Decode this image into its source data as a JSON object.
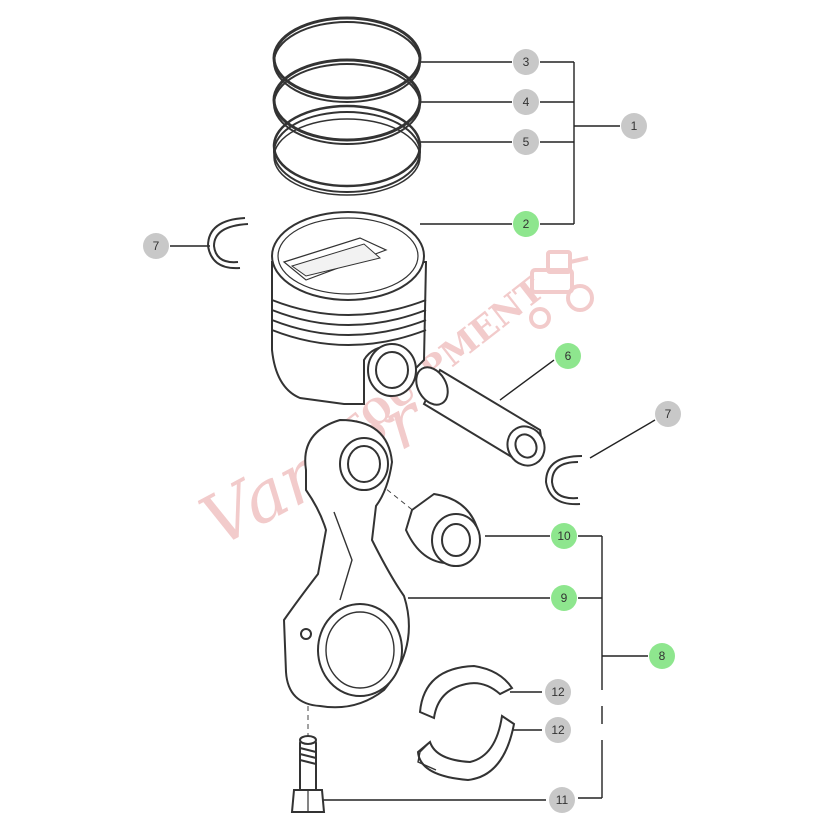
{
  "watermark": {
    "brand_script": "Varner",
    "brand_block": "EQUIPMENT",
    "color": "#e8a0a0"
  },
  "colors": {
    "callout_gray": "#c8c8c8",
    "callout_green": "#8ee68e",
    "line": "#333333",
    "leader": "#222222"
  },
  "callouts": [
    {
      "id": "c3",
      "label": "3",
      "style": "gray"
    },
    {
      "id": "c4",
      "label": "4",
      "style": "gray"
    },
    {
      "id": "c5",
      "label": "5",
      "style": "gray"
    },
    {
      "id": "c1",
      "label": "1",
      "style": "gray"
    },
    {
      "id": "c2",
      "label": "2",
      "style": "green"
    },
    {
      "id": "c7a",
      "label": "7",
      "style": "gray"
    },
    {
      "id": "c6",
      "label": "6",
      "style": "green"
    },
    {
      "id": "c7b",
      "label": "7",
      "style": "gray"
    },
    {
      "id": "c10",
      "label": "10",
      "style": "green"
    },
    {
      "id": "c9",
      "label": "9",
      "style": "green"
    },
    {
      "id": "c8",
      "label": "8",
      "style": "green"
    },
    {
      "id": "c12a",
      "label": "12",
      "style": "gray"
    },
    {
      "id": "c12b",
      "label": "12",
      "style": "gray"
    },
    {
      "id": "c11",
      "label": "11",
      "style": "gray"
    }
  ]
}
